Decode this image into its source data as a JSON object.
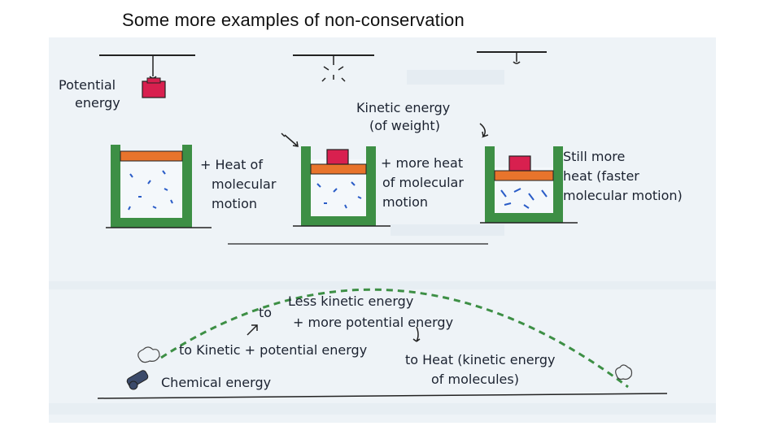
{
  "slide": {
    "title": "Some more examples of non-conservation"
  },
  "diagram": {
    "top": {
      "label_potential_1": "Potential",
      "label_potential_2": "energy",
      "label_kinetic_1": "Kinetic energy",
      "label_kinetic_2": "(of weight)",
      "label_heat_1": "+ Heat of",
      "label_heat_2": "molecular",
      "label_heat_3": "motion",
      "label_moreheat_1": "+ more heat",
      "label_moreheat_2": "of molecular",
      "label_moreheat_3": "motion",
      "label_still_1": "Still more",
      "label_still_2": "heat (faster",
      "label_still_3": "molecular motion)"
    },
    "bottom": {
      "label_less_1": "Less kinetic energy",
      "label_less_2": "+ more potential energy",
      "label_to_1": "to",
      "label_to_2": "to Kinetic + potential energy",
      "label_to_heat_1": "to Heat (kinetic energy",
      "label_to_heat_2": "of molecules)",
      "label_chemical": "Chemical energy"
    },
    "colors": {
      "container": "#3d8f45",
      "piston": "#e8742c",
      "weight": "#d8204f",
      "trajectory": "#3d8f45",
      "molecules": "#2a5cc7"
    }
  }
}
